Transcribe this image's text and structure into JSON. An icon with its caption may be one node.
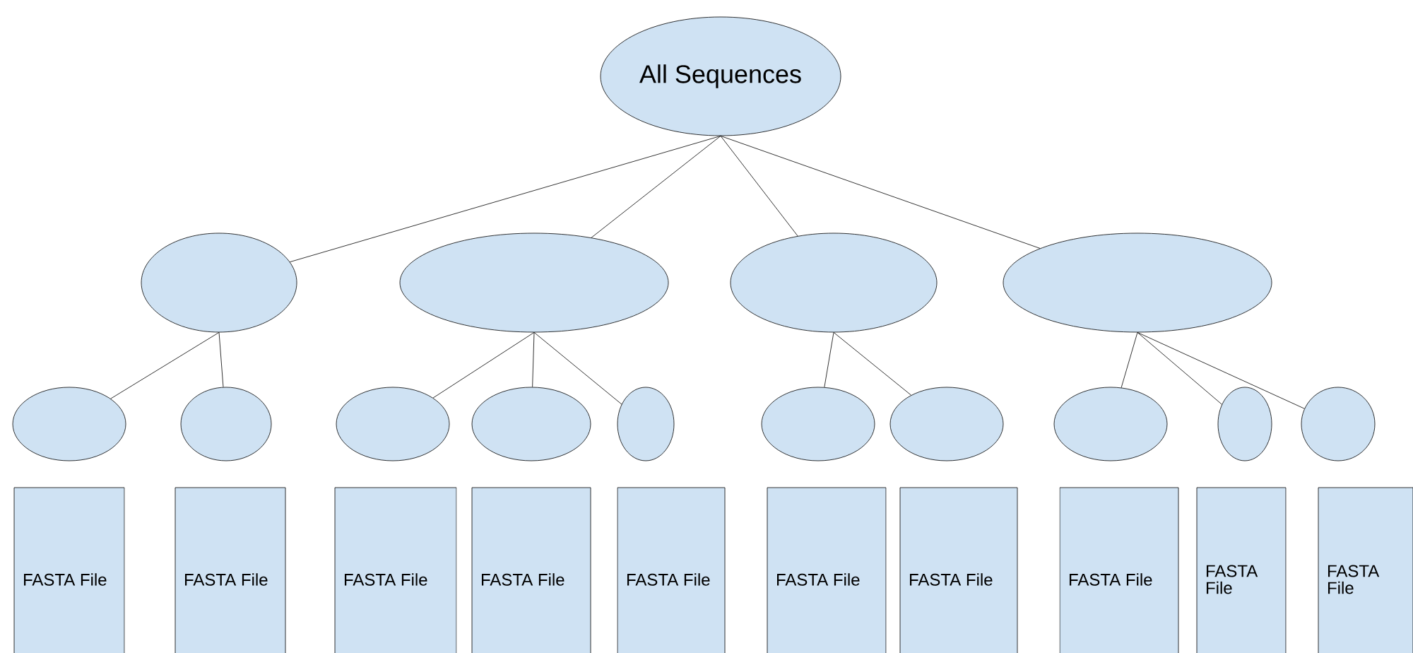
{
  "diagram": {
    "nodes": [
      {
        "text": [
          "All Sequences"
        ]
      },
      {
        "text": [],
        "shape": "ellipse"
      },
      {
        "text": [],
        "shape": "ellipse"
      },
      {
        "text": [],
        "shape": "ellipse"
      },
      {
        "text": [],
        "shape": "ellipse"
      },
      {
        "text": [],
        "shape": "ellipse"
      },
      {
        "text": [],
        "shape": "ellipse"
      },
      {
        "text": [],
        "shape": "ellipse"
      },
      {
        "text": [],
        "shape": "ellipse"
      },
      {
        "text": [],
        "shape": "ellipse"
      },
      {
        "text": [],
        "shape": "ellipse"
      },
      {
        "text": [],
        "shape": "ellipse"
      },
      {
        "text": [],
        "shape": "ellipse"
      },
      {
        "text": [],
        "shape": "ellipse"
      },
      {
        "text": [],
        "shape": "ellipse"
      },
      {
        "text": [
          "FASTA File"
        ]
      },
      {
        "text": [
          "FASTA File"
        ]
      },
      {
        "text": [
          "FASTA File"
        ]
      },
      {
        "text": [
          "FASTA File"
        ]
      },
      {
        "text": [
          "FASTA File"
        ]
      },
      {
        "text": [
          "FASTA File"
        ]
      },
      {
        "text": [
          "FASTA File"
        ]
      },
      {
        "text": [
          "FASTA File"
        ]
      },
      {
        "text": [
          "FASTA File"
        ]
      },
      {
        "text": [
          "FASTA File"
        ]
      }
    ],
    "edges": [
      {
        "from": 0,
        "to": 1,
        "arrow": "none"
      },
      {
        "from": 0,
        "to": 2,
        "arrow": "none"
      },
      {
        "from": 0,
        "to": 3,
        "arrow": "none"
      },
      {
        "from": 0,
        "to": 4,
        "arrow": "none"
      },
      {
        "from": 1,
        "to": 5,
        "arrow": "none"
      },
      {
        "from": 1,
        "to": 6,
        "arrow": "none"
      },
      {
        "from": 2,
        "to": 7,
        "arrow": "none"
      },
      {
        "from": 2,
        "to": 8,
        "arrow": "none"
      },
      {
        "from": 2,
        "to": 9,
        "arrow": "none"
      },
      {
        "from": 3,
        "to": 10,
        "arrow": "none"
      },
      {
        "from": 3,
        "to": 11,
        "arrow": "none"
      },
      {
        "from": 4,
        "to": 12,
        "arrow": "none"
      },
      {
        "from": 4,
        "to": 13,
        "arrow": "none"
      },
      {
        "from": 4,
        "to": 14,
        "arrow": "none"
      }
    ]
  }
}
